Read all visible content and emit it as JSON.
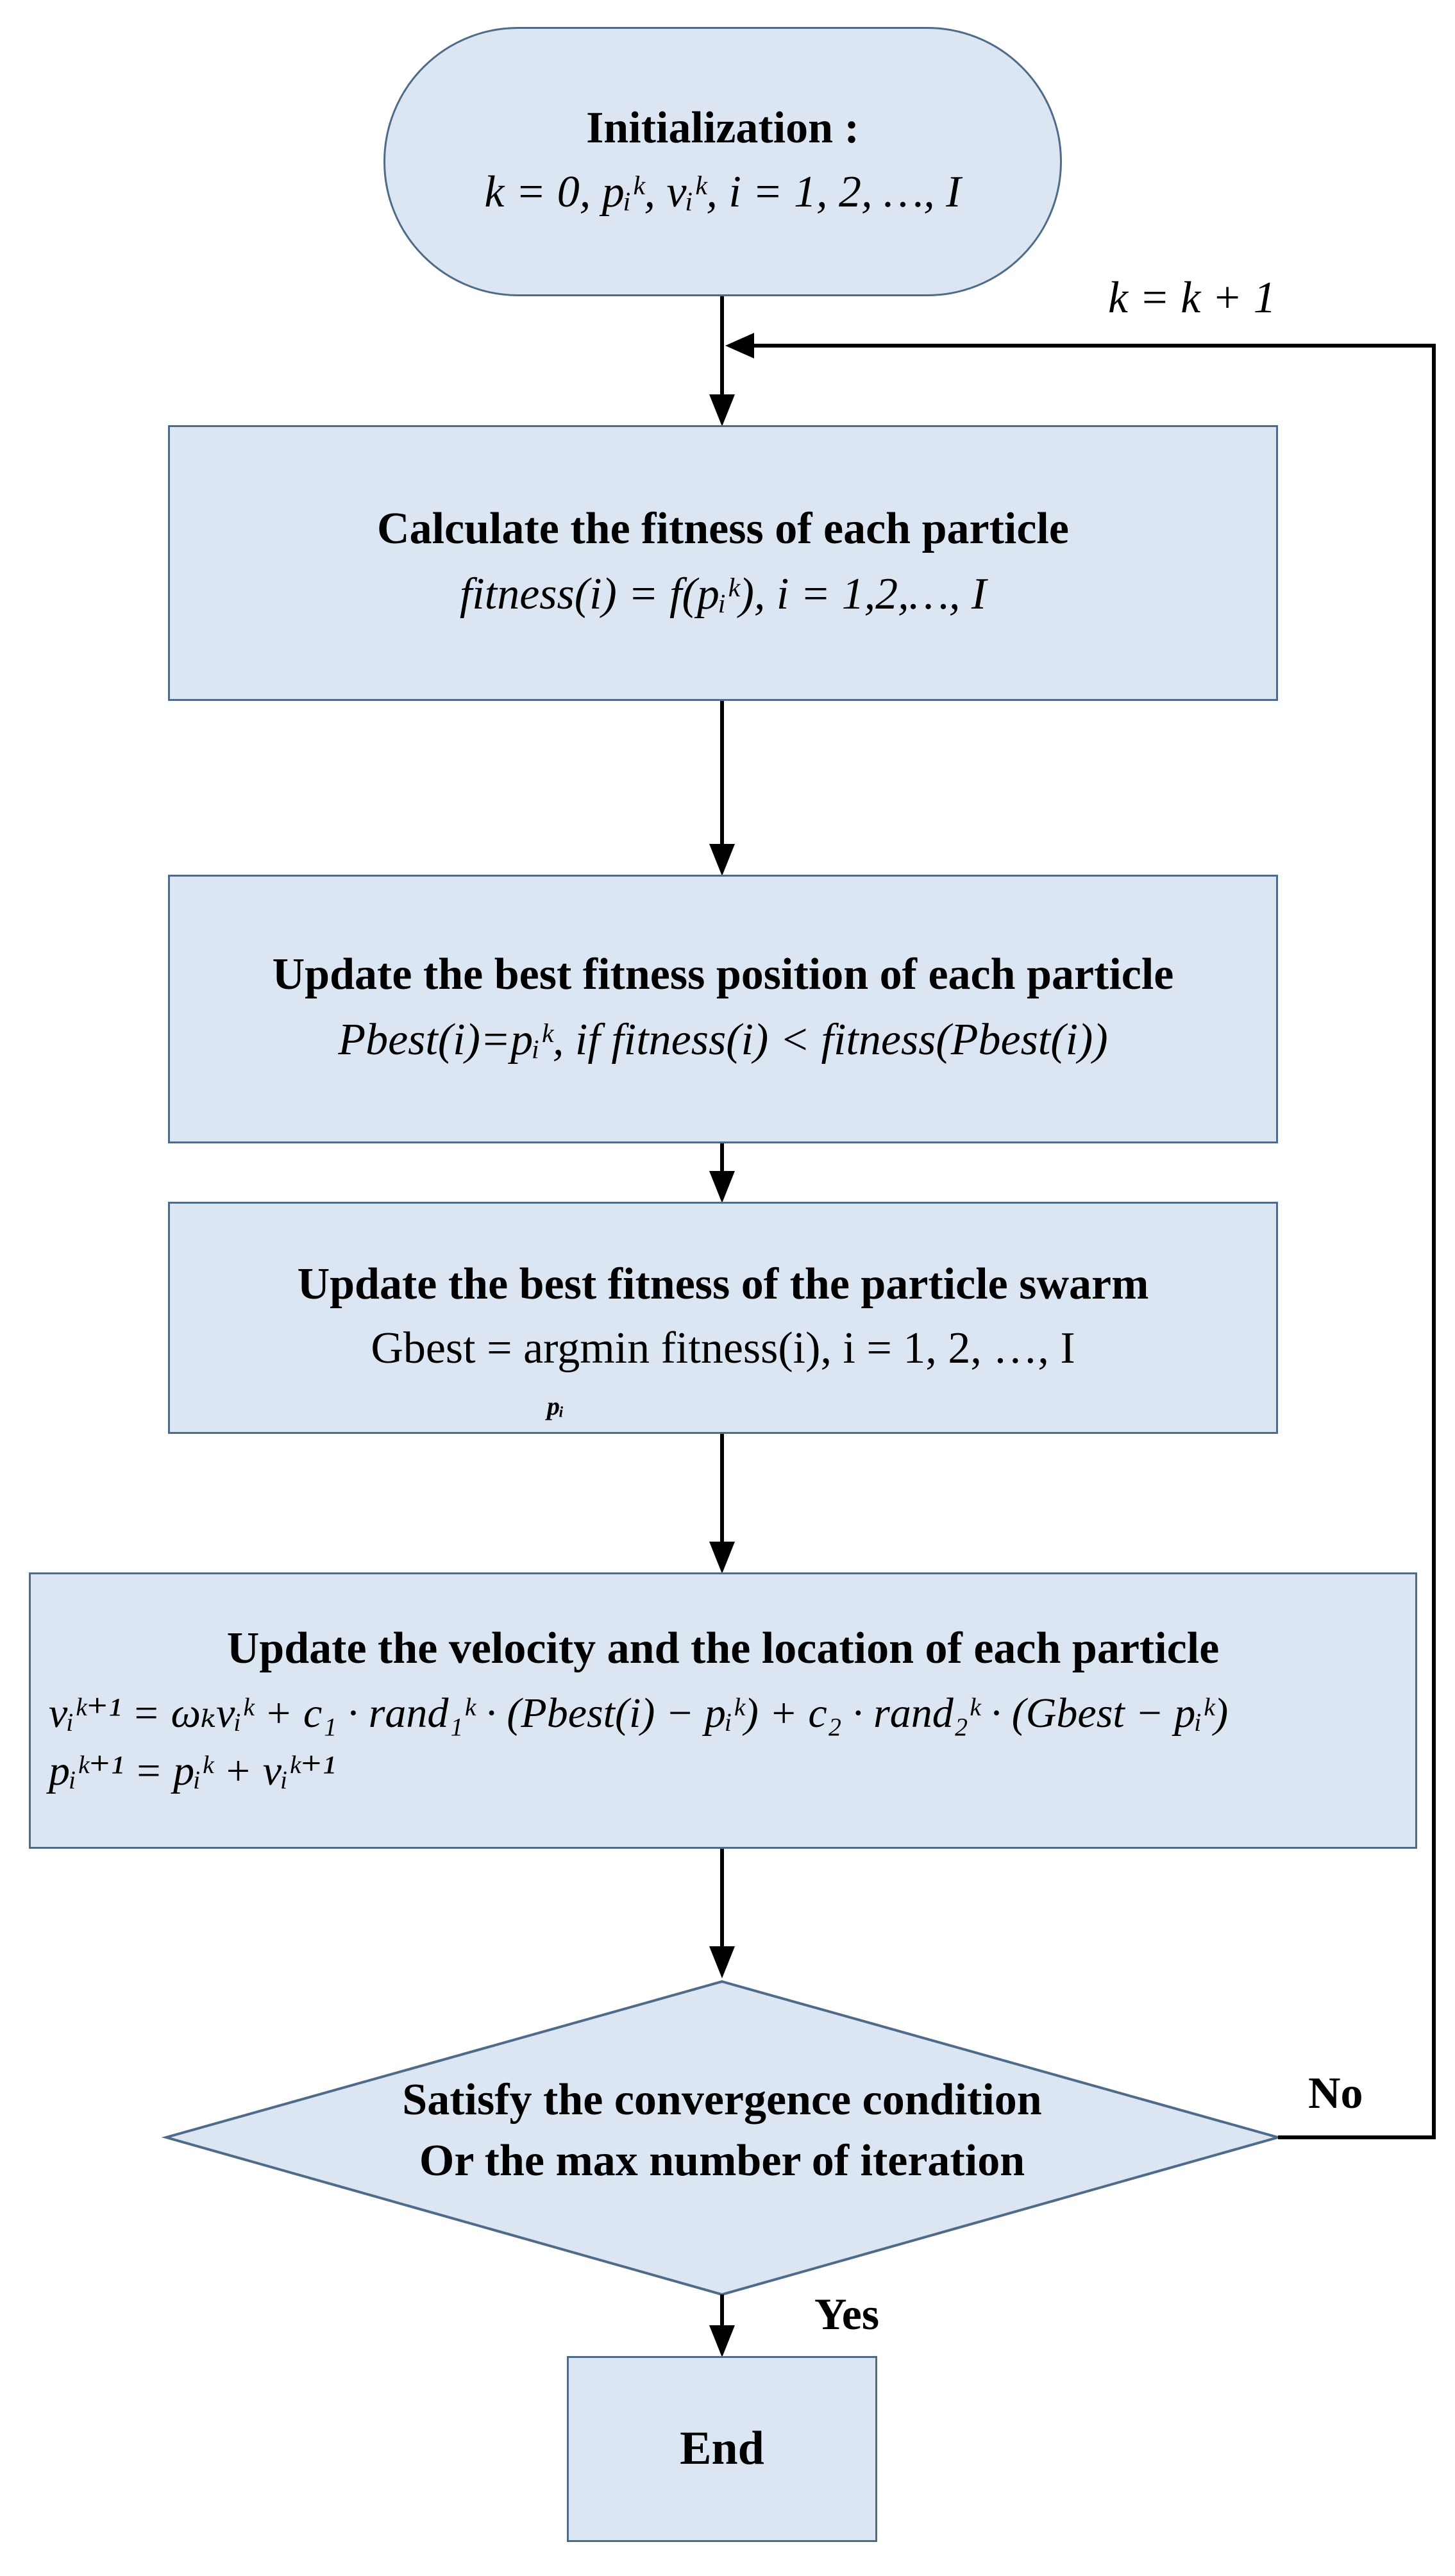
{
  "start": {
    "title": "Initialization :",
    "formula": "k = 0, pᵢᵏ, vᵢᵏ, i = 1, 2, …, I"
  },
  "loop_label": "k = k + 1",
  "fitness": {
    "title": "Calculate the fitness of each particle",
    "formula": "fitness(i) = f(pᵢᵏ),   i = 1,2,…, I"
  },
  "pbest": {
    "title": "Update the best fitness position of each particle",
    "formula": "Pbest(i)=pᵢᵏ,   if  fitness(i) < fitness(Pbest(i))"
  },
  "gbest": {
    "title": "Update the best fitness  of the particle swarm",
    "formula": "Gbest  = argmin fitness(i), i = 1, 2, …, I",
    "subscript": "pᵢ"
  },
  "update": {
    "title": "Update the velocity and the location of each particle",
    "formula_v": "vᵢᵏ⁺¹ = ωₖvᵢᵏ + c₁ · rand₁ᵏ · (Pbest(i) − pᵢᵏ) + c₂ · rand₂ᵏ · (Gbest − pᵢᵏ)",
    "formula_p": "pᵢᵏ⁺¹ = pᵢᵏ + vᵢᵏ⁺¹"
  },
  "decision": {
    "line1": "Satisfy the convergence condition",
    "line2": "Or  the max number of iteration"
  },
  "no_label": "No",
  "yes_label": "Yes",
  "end": {
    "title": "End"
  },
  "colors": {
    "fill": "#dce6f2",
    "border": "#4f6b8a",
    "arrow": "#000000"
  }
}
